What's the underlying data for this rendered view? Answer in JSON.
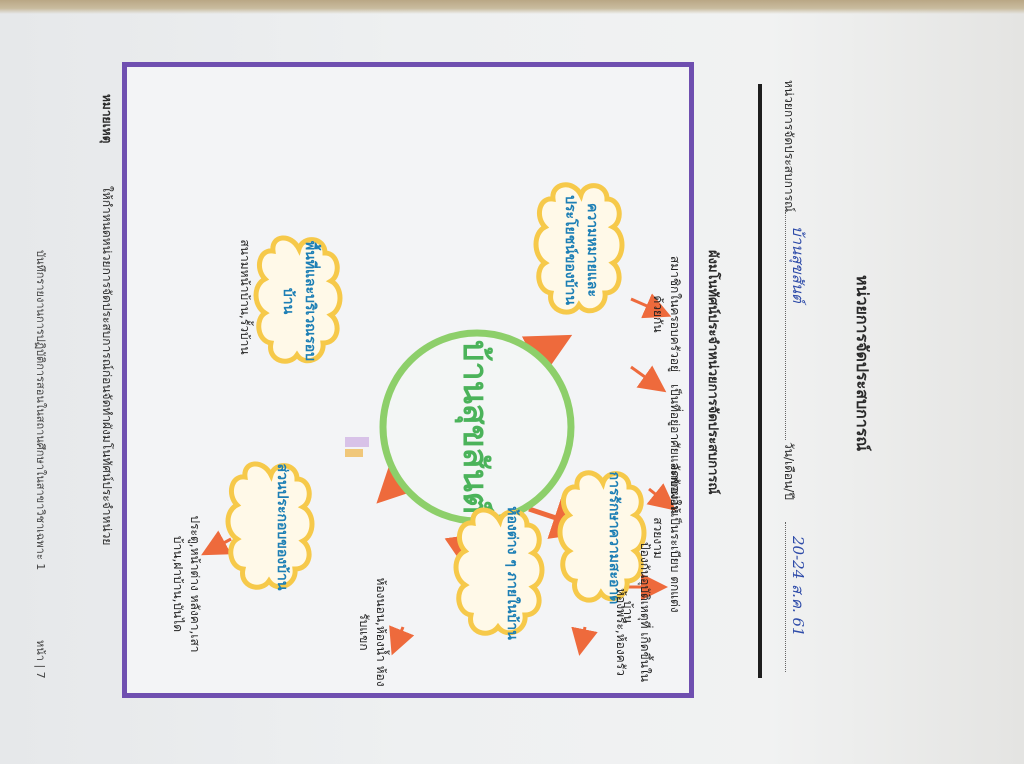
{
  "header": {
    "title": "หน่วยการจัดประสบการณ์",
    "unit_label": "หน่วยการจัดประสบการณ์",
    "unit_value": "บ้านสุขสันต์",
    "date_label": "วัน/เดือน/ปี",
    "date_value": "20-24 ส.ค. 61"
  },
  "section_title": "ผังมโนทัศน์ประจำหน่วยการจัดประสบการณ์",
  "mindmap": {
    "center": "บ้านสุขสันต์",
    "nodes": [
      {
        "id": "meaning",
        "label": "ความหมายและประโยชน์ของบ้าน",
        "leaves": [
          "สมาชิกในครอบครัวอยู่ด้วยกัน",
          "เป็นที่อยู่อาศัยและพักผ่อน"
        ]
      },
      {
        "id": "area",
        "label": "พื้นที่และบริเวณรอบบ้าน",
        "leaves": [
          "สนามหน้าบ้าน,รั้วบ้าน"
        ]
      },
      {
        "id": "parts",
        "label": "ส่วนประกอบของบ้าน",
        "leaves": [
          "ประตู,หน้าต่าง หลังคา,เสาบ้าน,ฝาบ้าน,บันได"
        ]
      },
      {
        "id": "rooms",
        "label": "ห้องต่าง ๆ ภายในบ้าน",
        "leaves": [
          "ห้องพระ,ห้องครัว",
          "ห้องนอน,ห้องน้ำ ห้องรับแขก"
        ]
      },
      {
        "id": "clean",
        "label": "การรักษาความสะอาด",
        "leaves": [
          "จัดของให้เป็นระเบียบ ตกแต่ง สวยงาม",
          "ป้องกันอุบัติเหตุที่ เกิดขึ้นในบ้าน"
        ]
      }
    ]
  },
  "note": {
    "label": "หมายเหตุ",
    "text": "ให้กำหนดหน่วยการจัดประสบการณ์ก่อนจัดทำผังมโนทัศน์ประจำหน่วย"
  },
  "footer": {
    "text": "บันทึกรายงานการปฏิบัติการสอนในสถานศึกษาในสาขาวิชาเฉพาะ 1",
    "page": "หน้า | 7"
  },
  "colors": {
    "frame": "#6f4fb0",
    "node_border": "#f6c94a",
    "node_text": "#1d7fb5",
    "center_ring": "#8dcf6a",
    "center_text": "#4bb35a",
    "arrow": "#ee6a3c"
  }
}
